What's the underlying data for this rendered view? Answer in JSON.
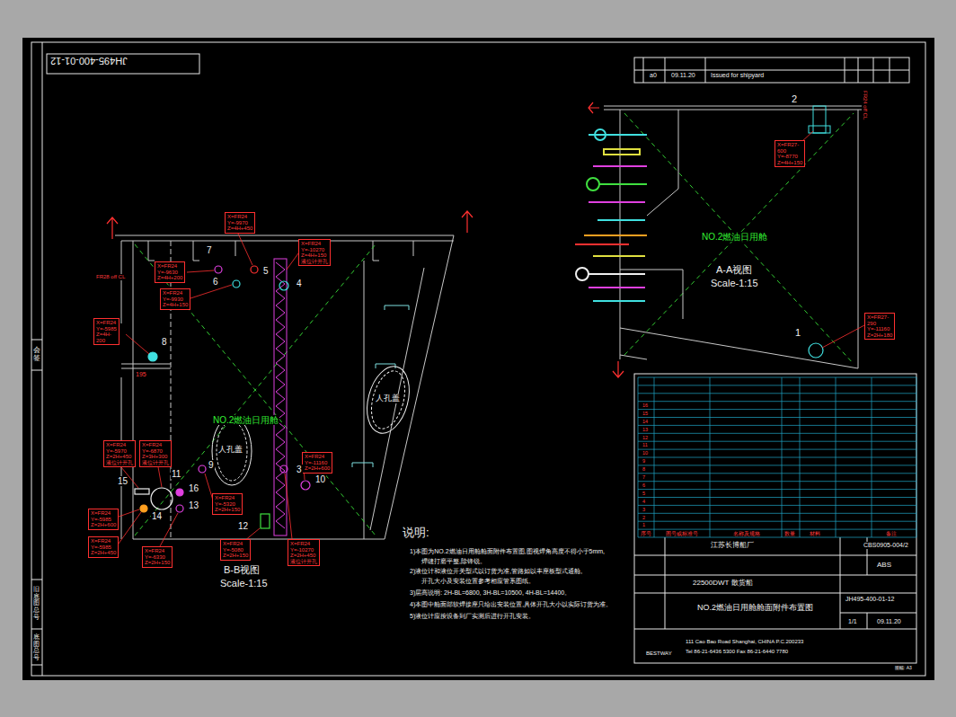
{
  "diagram": {
    "nodes": [
      {
        "text": [
          "X=FR24 Y=-9970 Z=4H+450"
        ]
      },
      {
        "text": [
          "X=FR24 Y=-10270 Z=4H+150",
          "液位计开孔"
        ]
      },
      {
        "text": [
          "X=FR24 Y=-9630 Z=4H+200"
        ]
      },
      {
        "text": [
          "X=FR24 Y=-9930 Z=4H+150"
        ]
      },
      {
        "text": [
          "X=FR24 Y=-5985 Z=4H-200"
        ]
      },
      {
        "text": [
          "X=FR24 Y=-5970 Z=2H+450",
          "液位计开孔"
        ]
      },
      {
        "text": [
          "X=FR24 Y=-6870 Z=3H+300",
          "液位计开孔"
        ]
      },
      {
        "text": [
          "X=FR24 Y=-5985 Z=2H+600"
        ]
      },
      {
        "text": [
          "X=FR24 Y=-5985 Z=2H+450"
        ]
      },
      {
        "text": [
          "X=FR24 Y=-6330 Z=2H+150"
        ]
      },
      {
        "text": [
          "X=FR24 Y=-5320 Z=2H+150"
        ]
      },
      {
        "text": [
          "X=FR24 Y=-5080 Z=2H+150"
        ]
      },
      {
        "text": [
          "X=FR24 Y=-10270 Z=2H+450",
          "液位计开孔"
        ]
      },
      {
        "text": [
          "X=FR24 Y=-11160 Z=2H+600"
        ]
      },
      {
        "text": [
          "X=FR27-600 Y=-8770 Z=4H+150"
        ]
      },
      {
        "text": [
          "X=FR27-290 Y=-11160 Z=2H+180"
        ]
      }
    ],
    "labels": [
      "JH495-400-01-12",
      "a0",
      "09.11.20",
      "Issued for shipyard",
      "会签",
      "旧底图总号",
      "底图总号",
      "1",
      "2",
      "3",
      "4",
      "5",
      "6",
      "7",
      "8",
      "9",
      "10",
      "11",
      "12",
      "13",
      "14",
      "15",
      "16",
      "NO.2燃油日用舱",
      "人孔盖",
      "人孔盖",
      "B-B视图",
      "Scale-1:15",
      "NO.2燃油日用舱",
      "A-A视图",
      "Scale-1:15",
      "FR28 off CL",
      "FR24 off CL",
      "195",
      "说明:",
      "1)本图为NO.2燃油日用舱舱面附件布置图,图视焊角高度不得小于5mm,",
      "焊缝打磨平整,除锋锐。",
      "2)液位计和液位开关型式以订货为准,管路如以丰座板型式通舱,",
      "开孔大小及安装位置参考相应管系图纸。",
      "3)层高说明: 2H-BL=6800, 3H-BL=10500, 4H-BL=14400。",
      "4)本图中舱面部软焊接座只给出安装位置,具体开孔大小以实际订货为准。",
      "5)液位计应按设备到厂实测后进行开孔安装。",
      "江苏长博船厂",
      "CBS0905-004/2",
      "ABS",
      "22500DWT 散货船",
      "NO.2燃油日用舱舱面附件布置图",
      "JH495-400-01-12",
      "1/1",
      "09.11.20",
      "BESTWAY",
      "111 Cao Bao Road Shanghai, CHINA   P.C.200233",
      "Tel 86-21-6436 5300   Fax 86-21-6440 7780",
      "图幅: A3",
      "序号",
      "图号或标准号",
      "名称及规格",
      "数量",
      "材料",
      "备注",
      "16",
      "15",
      "14",
      "13",
      "12",
      "11",
      "10",
      "9",
      "8",
      "7",
      "6",
      "5",
      "4",
      "3",
      "2",
      "1"
    ]
  }
}
